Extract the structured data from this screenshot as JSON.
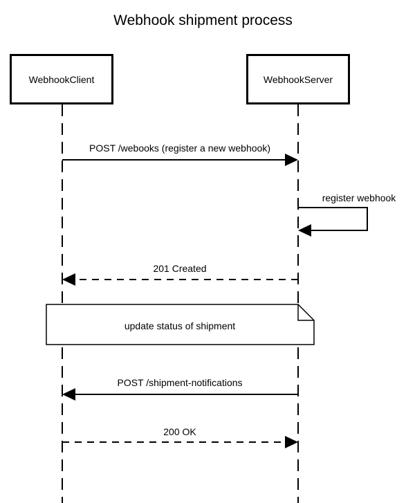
{
  "diagram": {
    "title": "Webhook shipment process",
    "participants": [
      {
        "id": "client",
        "label": "WebhookClient"
      },
      {
        "id": "server",
        "label": "WebhookServer"
      }
    ],
    "messages": [
      {
        "label": "POST /webooks (register a new webhook)",
        "from": "client",
        "to": "server",
        "style": "solid"
      },
      {
        "label": "register webhook",
        "from": "server",
        "to": "server",
        "style": "solid"
      },
      {
        "label": "201 Created",
        "from": "server",
        "to": "client",
        "style": "dashed"
      },
      {
        "label": "POST /shipment-notifications",
        "from": "server",
        "to": "client",
        "style": "solid"
      },
      {
        "label": "200 OK",
        "from": "client",
        "to": "server",
        "style": "dashed"
      }
    ],
    "note": {
      "text": "update status of shipment"
    }
  }
}
